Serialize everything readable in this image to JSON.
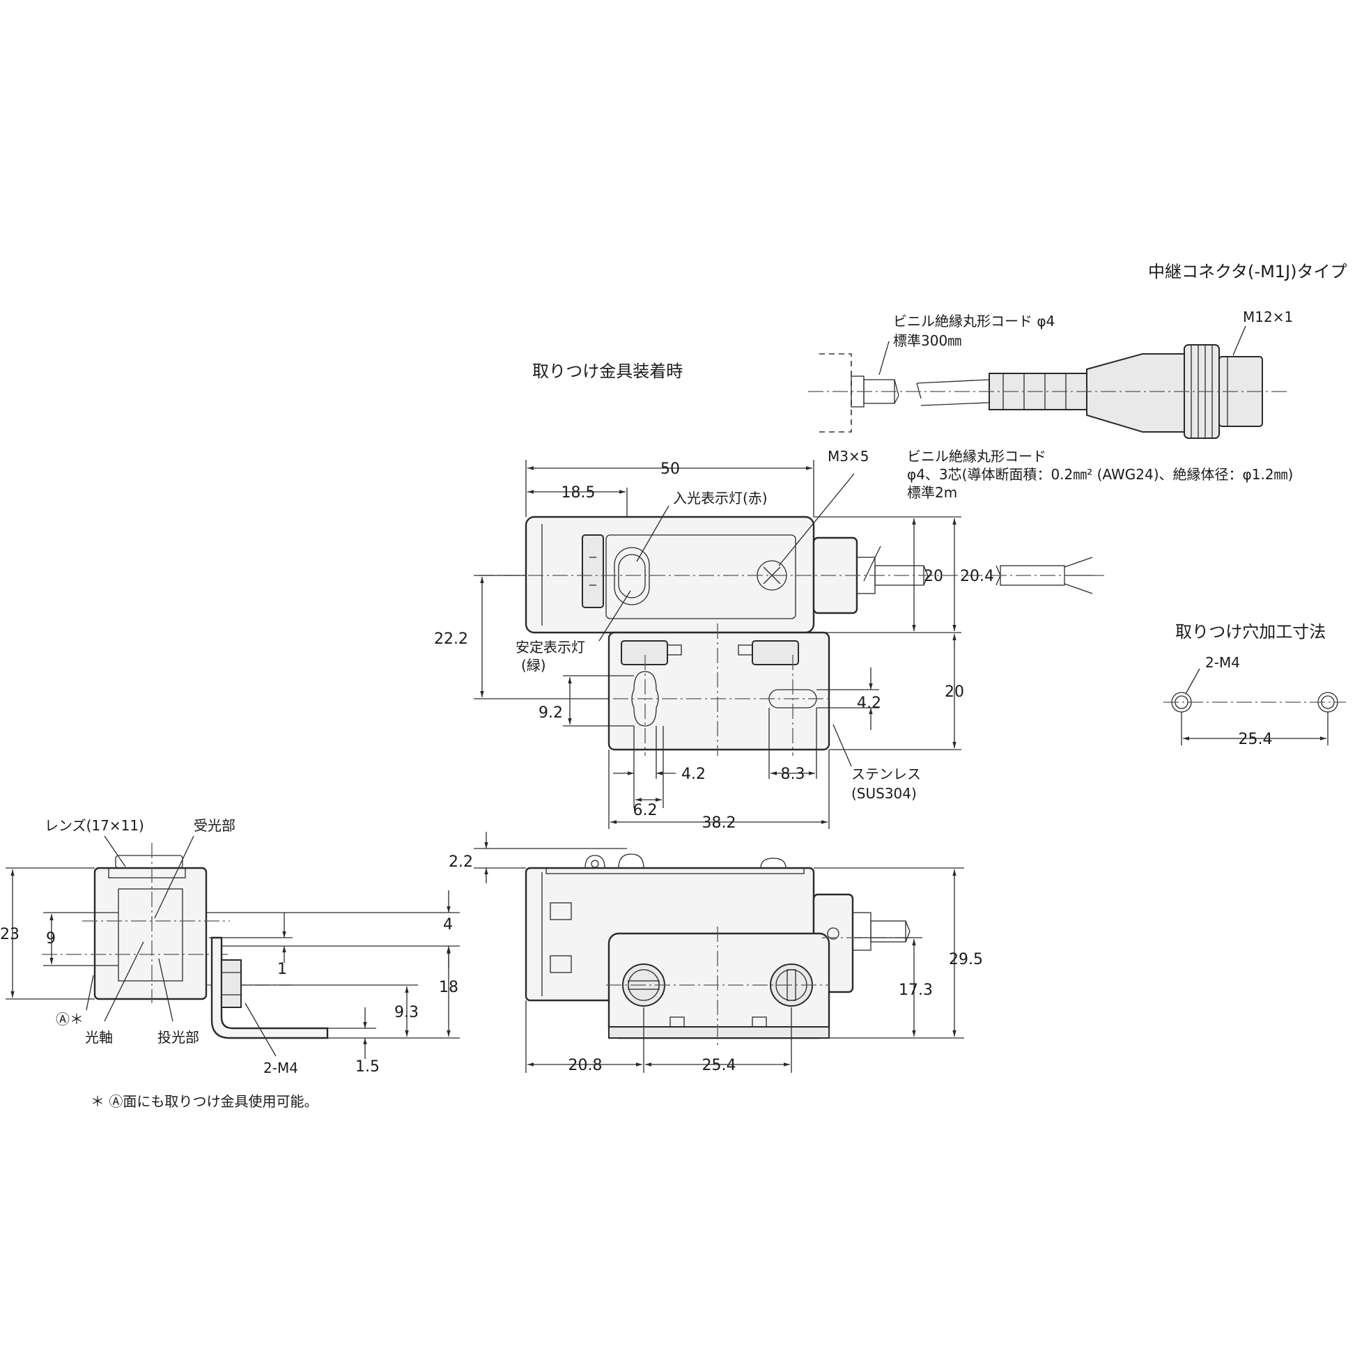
{
  "headings": {
    "connector_type": "中継コネクタ(-M1J)タイプ",
    "with_bracket": "取りつけ金具装着時",
    "hole_machining": "取りつけ穴加工寸法"
  },
  "connector": {
    "cord_l1": "ビニル絶縁丸形コード φ4",
    "cord_l2": "標準300㎜",
    "thread": "M12×1"
  },
  "main_cord": {
    "l1": "ビニル絶縁丸形コード",
    "l2": "φ4、3芯(導体断面積：0.2㎜² (AWG24)、絶縁体径：φ1.2㎜)",
    "l3": "標準2m"
  },
  "labels": {
    "screw": "M3×5",
    "light_ind": "入光表示灯(赤)",
    "stab_ind_l1": "安定表示灯",
    "stab_ind_l2": "(緑)",
    "stainless_l1": "ステンレス",
    "stainless_l2": "(SUS304)",
    "lens": "レンズ(17×11)",
    "receiver": "受光部",
    "optical_axis": "光軸",
    "emitter": "投光部",
    "face_a": "Ⓐ＊",
    "bracket_screw": "2-M4",
    "hole_thread": "2-M4",
    "footnote": "＊ Ⓐ面にも取りつけ金具使用可能。"
  },
  "dimensions": {
    "width_50": "50",
    "d18_5": "18.5",
    "d20": "20",
    "d20_4": "20.4",
    "d22_2": "22.2",
    "d20_bracket": "20",
    "d9_2": "9.2",
    "d4_2_slot": "4.2",
    "d4_2": "4.2",
    "d8_3": "8.3",
    "d6_2": "6.2",
    "d38_2": "38.2",
    "d2_2": "2.2",
    "d29_5": "29.5",
    "d17_3": "17.3",
    "d20_8": "20.8",
    "d25_4": "25.4",
    "s23": "23",
    "s9": "9",
    "s4": "4",
    "s1": "1",
    "s18": "18",
    "s9_3": "9.3",
    "s1_5": "1.5",
    "hole_25_4": "25.4"
  }
}
